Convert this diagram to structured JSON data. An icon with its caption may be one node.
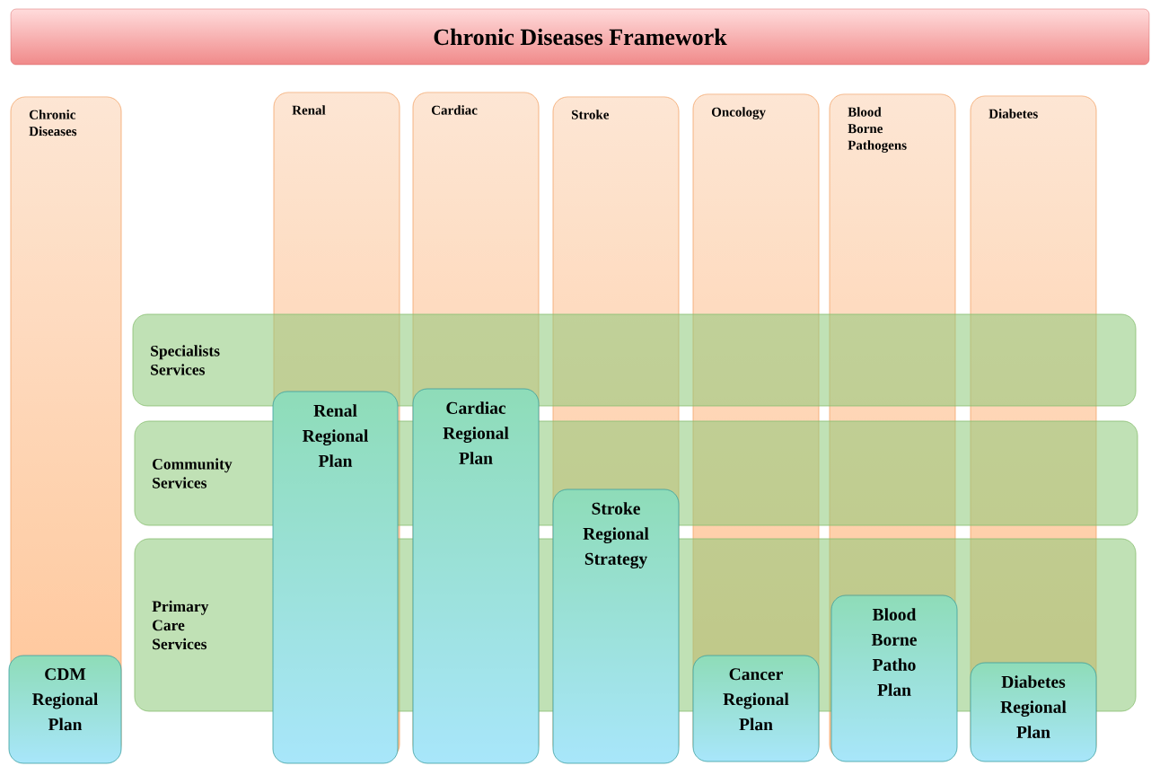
{
  "diagram": {
    "title": "Chronic Diseases Framework",
    "nodes": [
      {
        "text": [
          "Chronic Diseases"
        ]
      },
      {
        "text": [
          "Renal"
        ]
      },
      {
        "text": [
          "Cardiac"
        ]
      },
      {
        "text": [
          "Stroke"
        ]
      },
      {
        "text": [
          "Oncology"
        ]
      },
      {
        "text": [
          "Blood Borne Pathogens"
        ]
      },
      {
        "text": [
          "Diabetes"
        ]
      },
      {
        "text": [
          "Specialists Services"
        ]
      },
      {
        "text": [
          "Community Services"
        ]
      },
      {
        "text": [
          "Primary Care Services"
        ]
      },
      {
        "text": [
          "CDM Regional Plan"
        ],
        "in": 0
      },
      {
        "text": [
          "Renal Regional Plan"
        ],
        "in": 1
      },
      {
        "text": [
          "Cardiac Regional Plan"
        ],
        "in": 2
      },
      {
        "text": [
          "Stroke Regional Strategy"
        ],
        "in": 3
      },
      {
        "text": [
          "Cancer Regional Plan"
        ],
        "in": 4
      },
      {
        "text": [
          "Blood Borne Patho Plan"
        ],
        "in": 5
      },
      {
        "text": [
          "Diabetes Regional Plan"
        ],
        "in": 6
      }
    ]
  }
}
